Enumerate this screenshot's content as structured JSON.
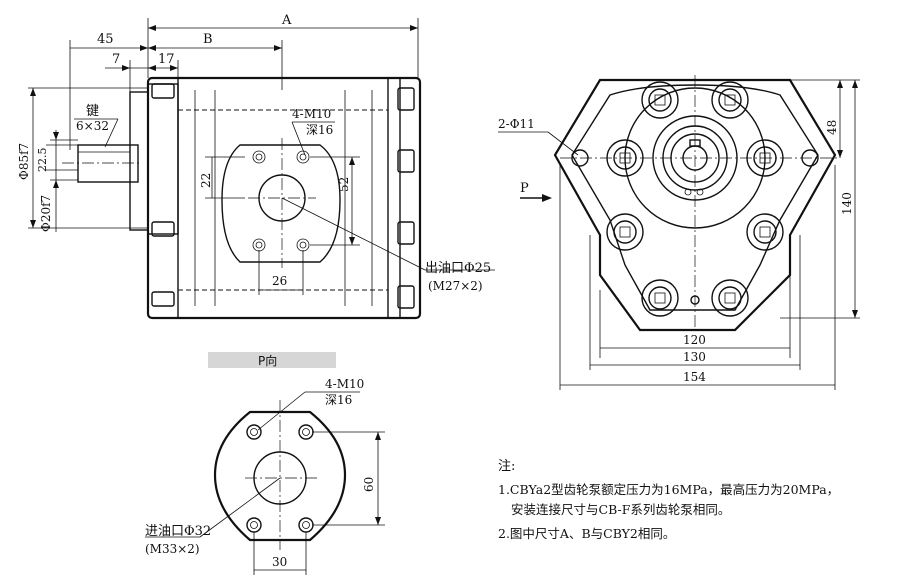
{
  "dims": {
    "A": "A",
    "B": "B",
    "d45": "45",
    "d7": "7",
    "d17": "17",
    "key_label": "键",
    "key_size": "6×32",
    "dia85": "Φ85f7",
    "dia20": "Φ20f7",
    "d22_5": "22.5",
    "m10_top": "4-M10",
    "depth_top": "深16",
    "d22": "22",
    "d52": "52",
    "d26": "26",
    "outlet": "出油口Φ25",
    "outlet_thread": "(M27×2)",
    "holes": "2-Φ11",
    "arrow_p": "P",
    "d48": "48",
    "d140": "140",
    "d120": "120",
    "d130": "130",
    "d154": "154"
  },
  "pview": {
    "title": "P向",
    "m10": "4-M10",
    "depth": "深16",
    "inlet": "进油口Φ32",
    "inlet_thread": "(M33×2)",
    "d60": "60",
    "d30": "30"
  },
  "notes": {
    "heading": "注:",
    "line1": "1.CBYa2型齿轮泵额定压力为16MPa，最高压力为20MPa，",
    "line1b": "安装连接尺寸与CB-F系列齿轮泵相同。",
    "line2": "2.图中尺寸A、B与CBY2相同。"
  }
}
